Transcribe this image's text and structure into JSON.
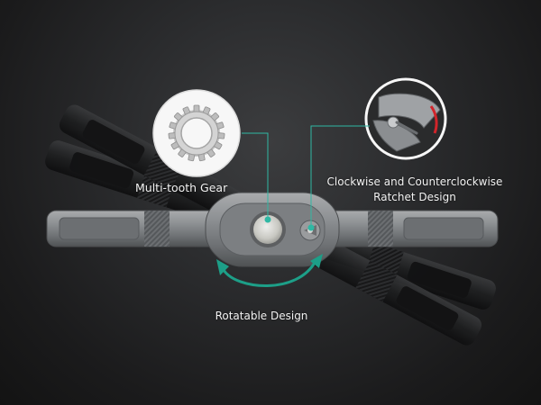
{
  "features": {
    "gear_label": "Multi-tooth Gear",
    "ratchet_label_line1": "Clockwise and Counterclockwise",
    "ratchet_label_line2": "Ratchet Design",
    "rotate_label": "Rotatable Design"
  },
  "colors": {
    "background": "#1f1f20",
    "callout_line": "#2fb8a4",
    "rotate_arrow": "#1d9f88",
    "handle_metal": "#8a8d90",
    "grip_inset": "#6e7174",
    "red_accent": "#d2242a"
  },
  "icons": [
    "gear-icon",
    "ratchet-icon",
    "rotate-arrow-icon"
  ]
}
